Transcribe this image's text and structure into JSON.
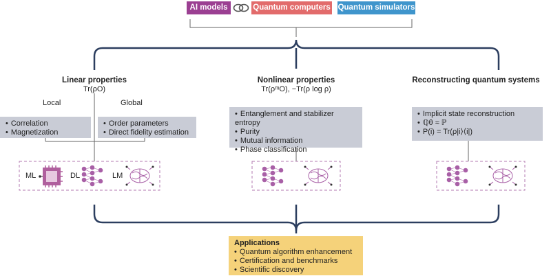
{
  "header": {
    "tag1": "AI models",
    "tag2": "Quantum computers",
    "tag3": "Quantum simulators",
    "colors": {
      "ai": "#9b3f92",
      "qc": "#e26b6b",
      "qs": "#3f95cc",
      "line": "#2c3e5f",
      "box": "#c9ccd6",
      "app": "#f5d27a",
      "dashed": "#b37ab0"
    }
  },
  "linear": {
    "title": "Linear properties",
    "formula": "Tr(ρO)",
    "local_label": "Local",
    "global_label": "Global",
    "local_items": [
      "Correlation",
      "Magnetization"
    ],
    "global_items": [
      "Order parameters",
      "Direct fidelity estimation"
    ],
    "model_labels": [
      "ML",
      "DL",
      "LM"
    ]
  },
  "nonlinear": {
    "title": "Nonlinear properties",
    "formula": "Tr(ρᵐO), −Tr(ρ log ρ)",
    "items": [
      "Entanglement and stabilizer entropy",
      "Purity",
      "Mutual information",
      "Phase classification"
    ]
  },
  "reconstruct": {
    "title": "Reconstructing quantum systems",
    "items": [
      "Implicit state reconstruction",
      "ℚθ ≈ ℙ",
      "P(i) = Tr(ρ|i⟩⟨i|)"
    ]
  },
  "applications": {
    "title": "Applications",
    "items": [
      "Quantum algorithm enhancement",
      "Certification and benchmarks",
      "Scientific discovery"
    ]
  }
}
